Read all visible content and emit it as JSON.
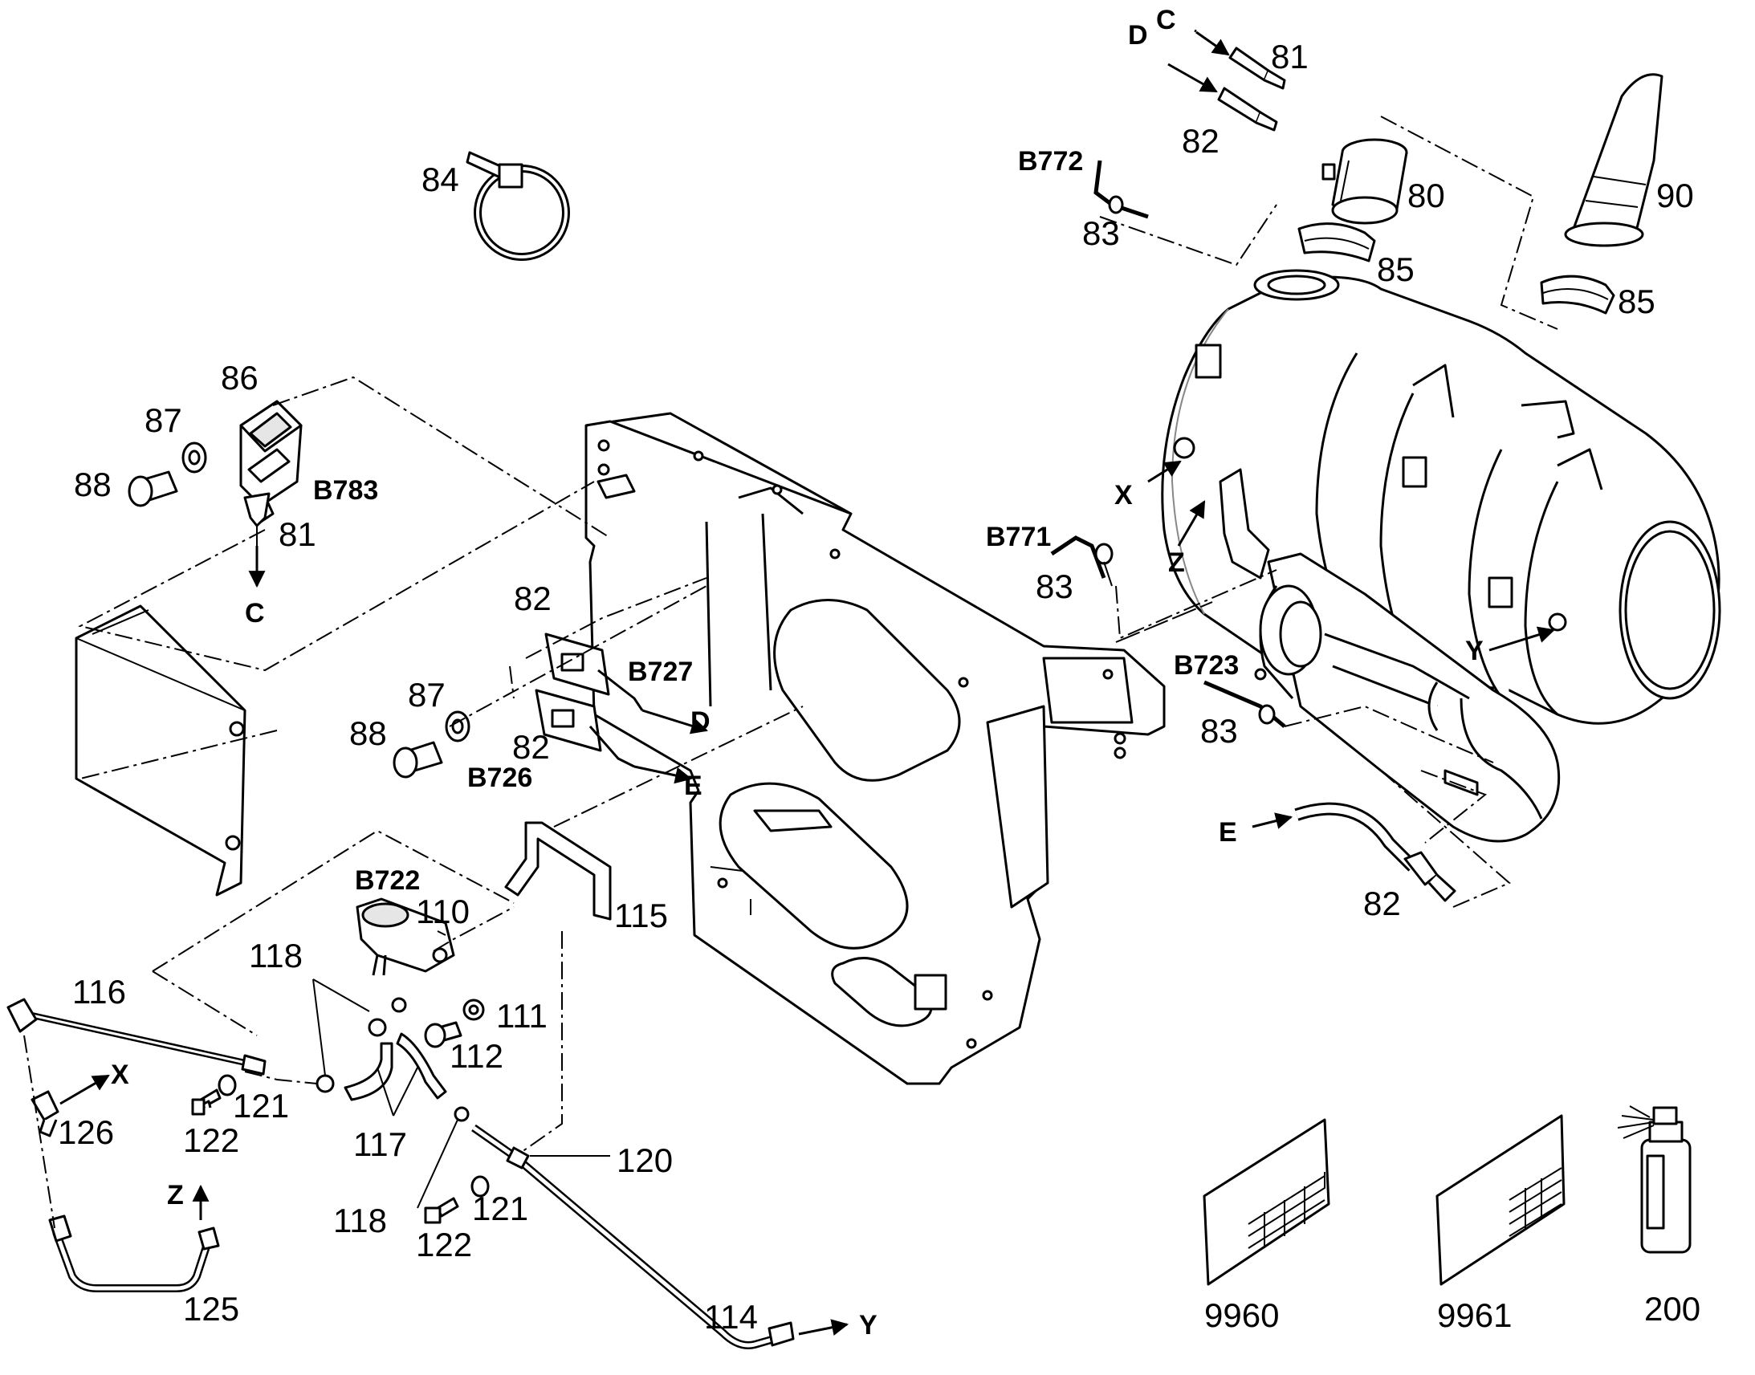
{
  "parts": {
    "p80": "80",
    "p81_top": "81",
    "p82_top": "82",
    "p83_top": "83",
    "p84": "84",
    "p85_a": "85",
    "p85_b": "85",
    "p90": "90",
    "p86": "86",
    "p87_a": "87",
    "p88_a": "88",
    "p81_mod": "81",
    "p82_b": "82",
    "p87_b": "87",
    "p88_b": "88",
    "p82_c": "82",
    "p83_mid": "83",
    "p83_low": "83",
    "p82_hose": "82",
    "p110": "110",
    "p115": "115",
    "p118_a": "118",
    "p116": "116",
    "p111": "111",
    "p112": "112",
    "p121_a": "121",
    "p122_a": "122",
    "p126": "126",
    "p117": "117",
    "p118_b": "118",
    "p120": "120",
    "p121_b": "121",
    "p122_b": "122",
    "p125": "125",
    "p114": "114",
    "p9960": "9960",
    "p9961": "9961",
    "p200": "200"
  },
  "sensors": {
    "b772": "B772",
    "b783": "B783",
    "b771": "B771",
    "b727": "B727",
    "b723": "B723",
    "b726": "B726",
    "b722": "B722"
  },
  "connectors": {
    "c_top": "C",
    "d_top": "D",
    "c_mod": "C",
    "d_mid": "D",
    "e_mid": "E",
    "x_tank": "X",
    "z_tank": "Z",
    "y_tank": "Y",
    "e_hose": "E",
    "x_pipe": "X",
    "z_pipe": "Z",
    "y_pipe": "Y"
  }
}
